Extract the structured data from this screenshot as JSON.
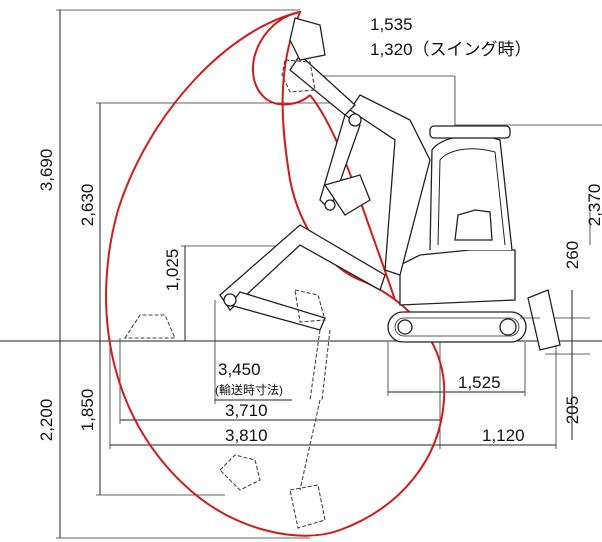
{
  "dimensions": {
    "top_radius_1": "1,535",
    "top_radius_2": "1,320（スイング時）",
    "max_dig_height": "3,690",
    "max_dump_height": "2,630",
    "blade_lift_arm": "1,025",
    "max_dig_depth": "2,200",
    "vertical_wall_depth": "1,850",
    "transport_length": "3,450",
    "transport_note": "(輸送時寸法)",
    "track_length": "1,525",
    "reach_ground": "3,710",
    "max_reach": "3,810",
    "blade_offset": "1,120",
    "blade_height": "260",
    "cab_height": "2,370",
    "blade_depth": "205"
  },
  "colors": {
    "reach_curve": "#d21b1b",
    "lines": "#222222"
  }
}
